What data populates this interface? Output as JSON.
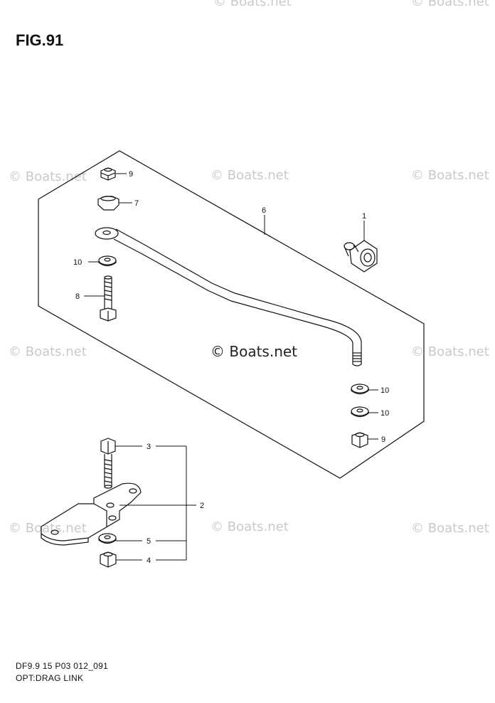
{
  "title": "FIG.91",
  "footer": {
    "code": "DF9.9 15 P03 012_091",
    "name": "OPT:DRAG LINK"
  },
  "watermark": "© Boats.net",
  "callouts": {
    "c1": "1",
    "c2": "2",
    "c3": "3",
    "c4": "4",
    "c5": "5",
    "c6": "6",
    "c7": "7",
    "c8": "8",
    "c9a": "9",
    "c9b": "9",
    "c10a": "10",
    "c10b": "10",
    "c10c": "10"
  }
}
